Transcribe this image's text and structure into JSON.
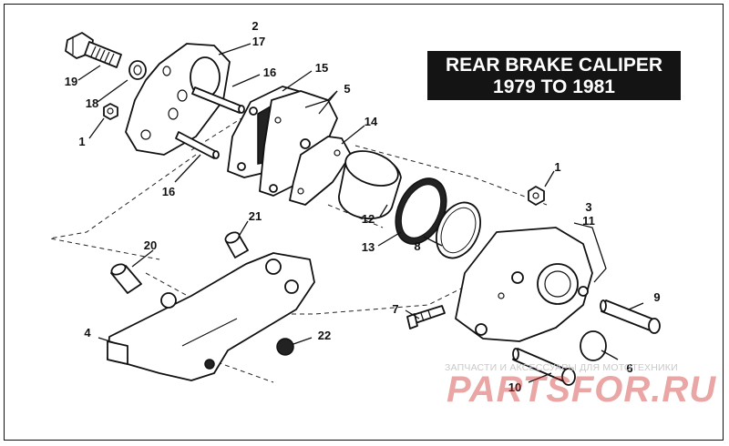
{
  "title": {
    "line1": "REAR BRAKE CALIPER",
    "line2": "1979 TO 1981"
  },
  "callouts": {
    "c1a": "1",
    "c1b": "1",
    "c2": "2",
    "c3": "3",
    "c4": "4",
    "c5": "5",
    "c6": "6",
    "c7": "7",
    "c8": "8",
    "c9": "9",
    "c10": "10",
    "c11": "11",
    "c12": "12",
    "c13": "13",
    "c14": "14",
    "c15": "15",
    "c16a": "16",
    "c16b": "16",
    "c17": "17",
    "c18": "18",
    "c19": "19",
    "c20": "20",
    "c21": "21",
    "c22": "22"
  },
  "watermark": {
    "subtitle": "ЗАПЧАСТИ И АКСЕССУАРЫ ДЛЯ МОТОТЕХНИКИ",
    "logo": "PARTSFOR.RU"
  }
}
